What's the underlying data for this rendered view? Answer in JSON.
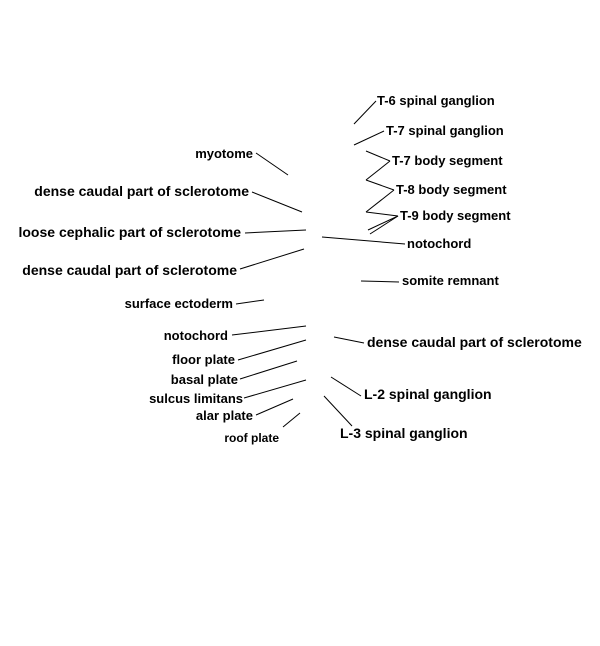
{
  "labels": {
    "t6_spinal_ganglion": "T-6 spinal ganglion",
    "t7_spinal_ganglion": "T-7 spinal ganglion",
    "t7_body_segment": "T-7 body segment",
    "t8_body_segment": "T-8 body segment",
    "t9_body_segment": "T-9 body segment",
    "notochord_upper": "notochord",
    "somite_remnant": "somite remnant",
    "dense_caudal_right": "dense caudal part of sclerotome",
    "l2_spinal_ganglion": "L-2 spinal ganglion",
    "l3_spinal_ganglion": "L-3 spinal ganglion",
    "myotome": "myotome",
    "dense_caudal_1": "dense caudal part of sclerotome",
    "loose_cephalic": "loose cephalic part of sclerotome",
    "dense_caudal_2": "dense caudal part of sclerotome",
    "surface_ectoderm": "surface ectoderm",
    "notochord_lower": "notochord",
    "floor_plate": "floor plate",
    "basal_plate": "basal plate",
    "sulcus_limitans": "sulcus limitans",
    "alar_plate": "alar plate",
    "roof_plate": "roof plate"
  },
  "colors": {
    "background": "#ffffff",
    "ink": "#000000"
  }
}
